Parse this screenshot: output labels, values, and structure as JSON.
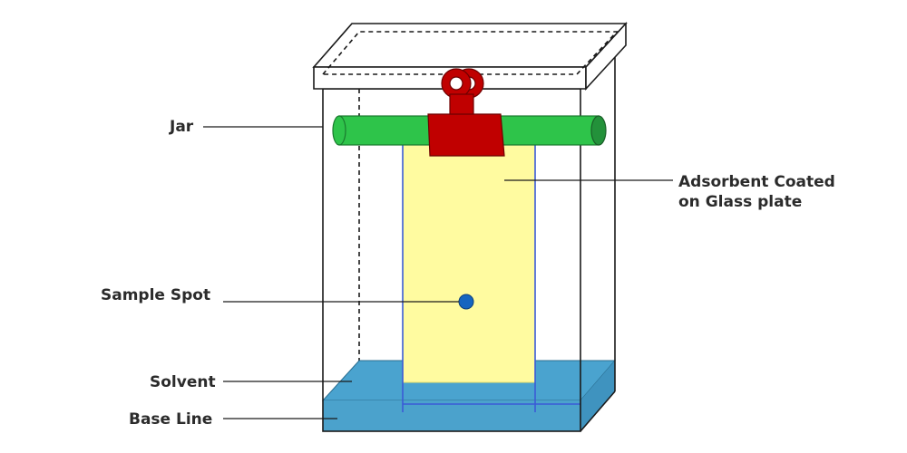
{
  "labels": {
    "jar": "Jar",
    "plate_line1": "Adsorbent Coated",
    "plate_line2": "on Glass plate",
    "sample_spot": "Sample Spot",
    "solvent": "Solvent",
    "base_line": "Base Line"
  },
  "colors": {
    "outline": "#1a1a1a",
    "rod": "#2ec44a",
    "rod_end": "#23913a",
    "clip": "#c00000",
    "plate": "#fffba0",
    "spot": "#1565c0",
    "solvent_top": "#4aa3cf",
    "solvent_front": "#4ba2cc",
    "guide_line": "#3b5bd6",
    "label_text": "#2b2b2b"
  }
}
